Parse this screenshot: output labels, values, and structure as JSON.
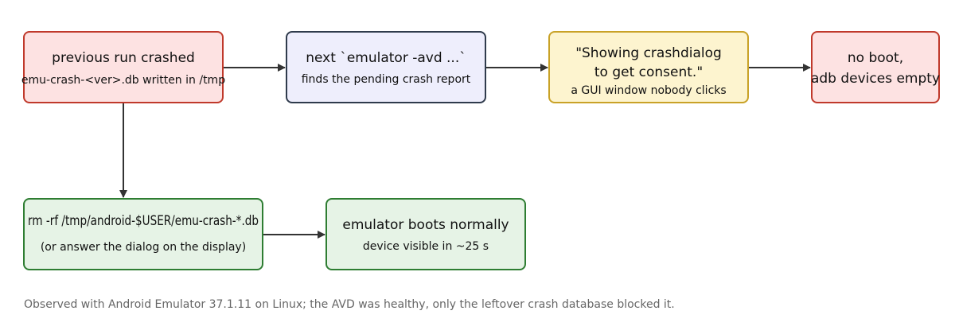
{
  "nodes": {
    "crashed": {
      "title": "previous run crashed",
      "detail": "emu-crash-<ver>.db written in /tmp",
      "fill": "#fde2e2",
      "stroke": "#c0392b"
    },
    "next_run": {
      "title": "next `emulator -avd ...`",
      "detail": "finds the pending crash report",
      "fill": "#eeeefc",
      "stroke": "#2f3b4c"
    },
    "dialog": {
      "title_line1": "\"Showing crashdialog",
      "title_line2": "to get consent.\"",
      "detail": "a GUI window nobody clicks",
      "fill": "#fdf4cf",
      "stroke": "#c9a227"
    },
    "no_boot": {
      "title_line1": "no boot,",
      "title_line2": "adb devices empty",
      "fill": "#fde2e2",
      "stroke": "#c0392b"
    },
    "fix": {
      "title": "rm -rf /tmp/android-$USER/emu-crash-*.db",
      "detail": "(or answer the dialog on the display)",
      "fill": "#e6f3e6",
      "stroke": "#2e7d32"
    },
    "boots": {
      "title": "emulator boots normally",
      "detail": "device visible in ~25 s",
      "fill": "#e6f3e6",
      "stroke": "#2e7d32"
    }
  },
  "footnote": "Observed with Android Emulator 37.1.11 on Linux; the AVD was healthy, only the leftover crash database blocked it."
}
